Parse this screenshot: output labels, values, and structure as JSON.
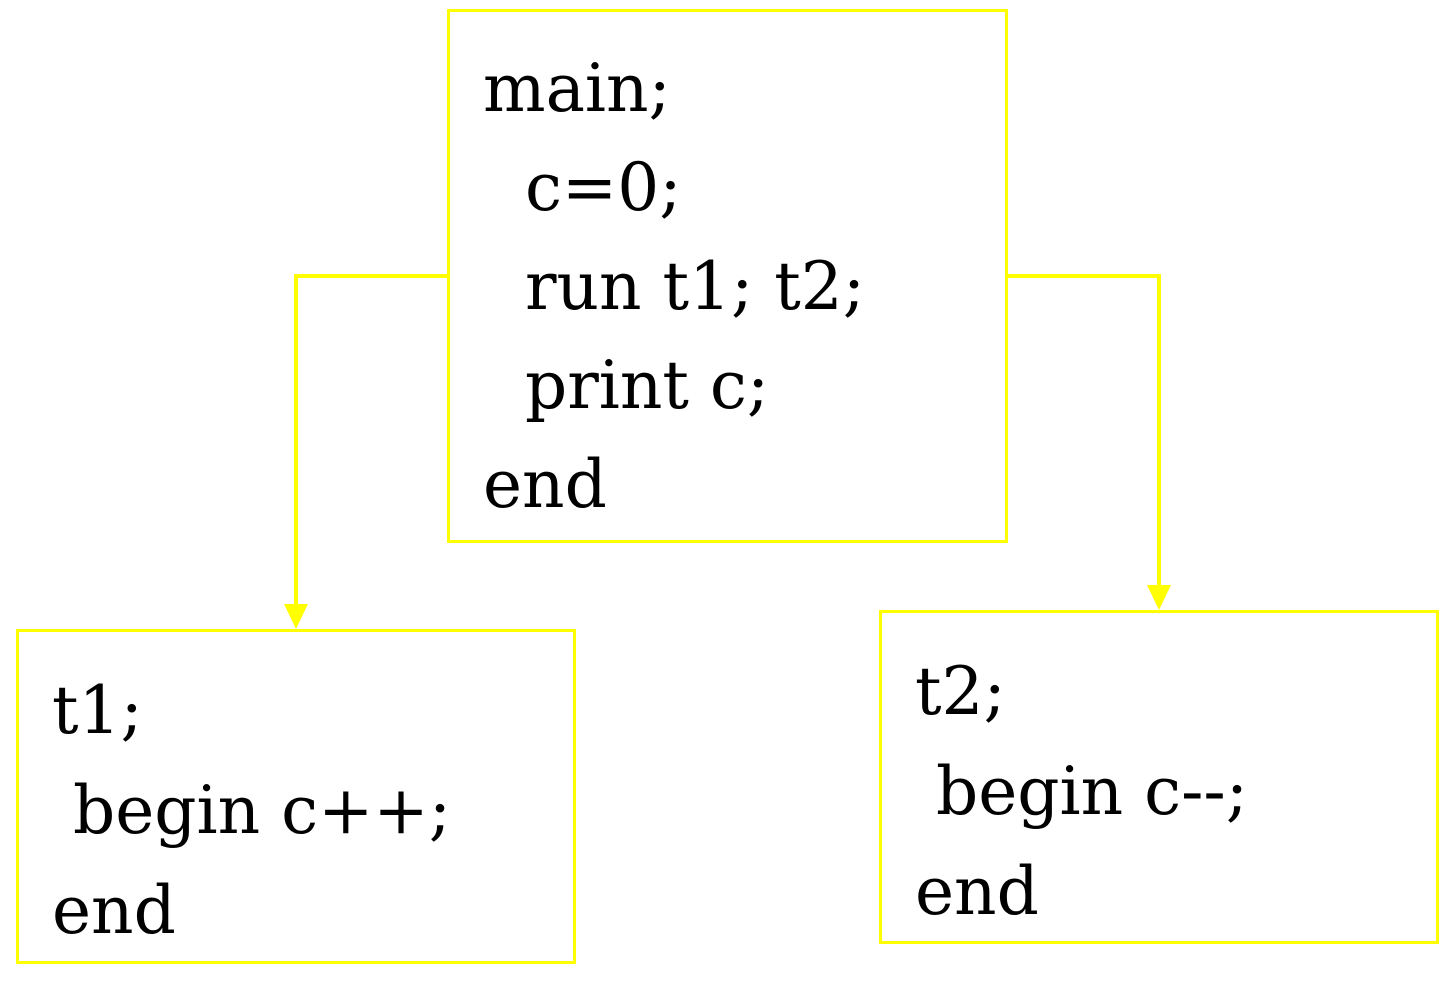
{
  "diagram": {
    "accent_color": "#ffff00",
    "text_color": "#000000",
    "main_box": {
      "lines": [
        "main;",
        "  c=0;",
        "  run t1; t2;",
        "  print c;",
        "end"
      ]
    },
    "t1_box": {
      "lines": [
        "t1;",
        " begin c++;",
        "end"
      ]
    },
    "t2_box": {
      "lines": [
        "t2;",
        " begin c--;",
        "end"
      ]
    },
    "edges": [
      {
        "from": "main",
        "to": "t1"
      },
      {
        "from": "main",
        "to": "t2"
      }
    ]
  }
}
